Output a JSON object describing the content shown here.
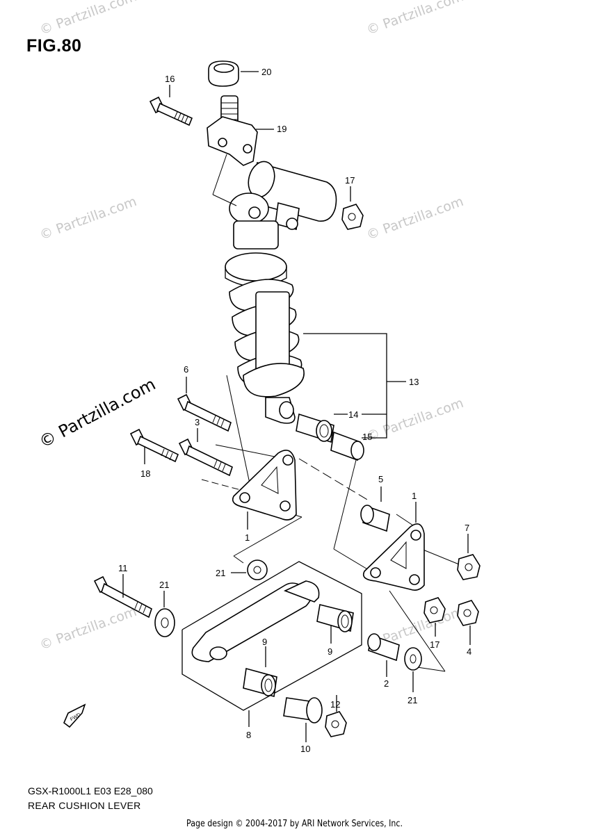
{
  "figure": {
    "title": "FIG.80",
    "model_code": "GSX-R1000L1 E03 E28_080",
    "caption": "REAR CUSHION LEVER",
    "footer": "Page design © 2004-2017 by ARI Network Services, Inc.",
    "fwd_label": "FWD"
  },
  "watermarks": {
    "text": "© Partzilla.com"
  },
  "callouts": {
    "c20": "20",
    "c16": "16",
    "c19": "19",
    "c17a": "17",
    "c13": "13",
    "c14": "14",
    "c15": "15",
    "c6": "6",
    "c3": "3",
    "c18": "18",
    "c5": "5",
    "c1a": "1",
    "c1b": "1",
    "c7": "7",
    "c21a": "21",
    "c11": "11",
    "c21b": "21",
    "c9a": "9",
    "c9b": "9",
    "c17b": "17",
    "c4": "4",
    "c2": "2",
    "c21c": "21",
    "c12": "12",
    "c8": "8",
    "c10": "10"
  }
}
